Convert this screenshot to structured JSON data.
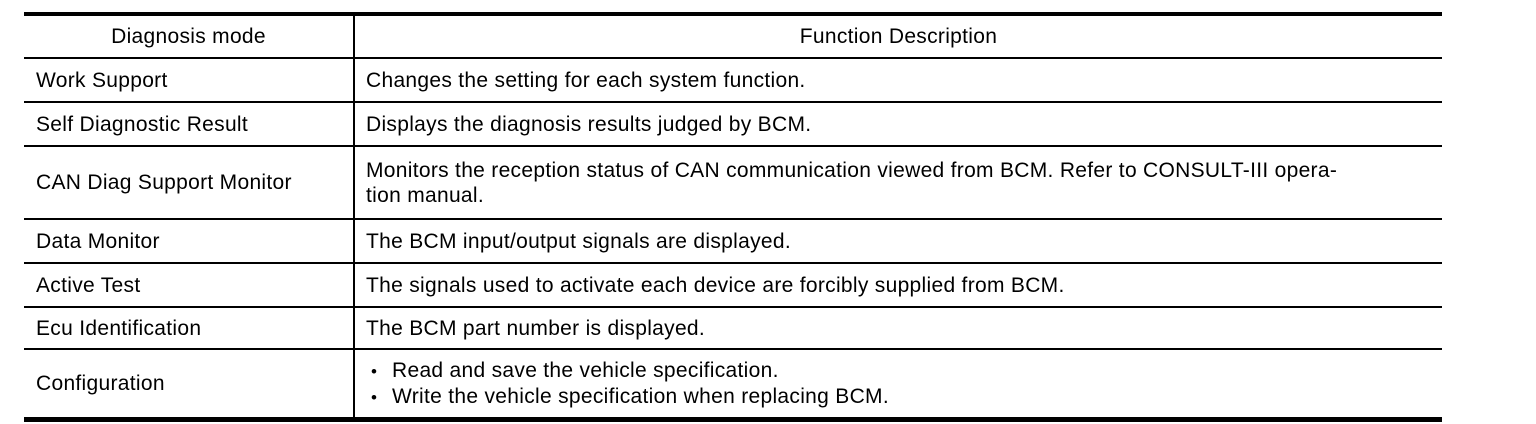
{
  "table": {
    "columns": [
      "Diagnosis mode",
      "Function Description"
    ],
    "bullet_glyph": "•",
    "rows": [
      {
        "mode": "Work Support",
        "description": "Changes the setting for each system function."
      },
      {
        "mode": "Self Diagnostic Result",
        "description": "Displays the diagnosis results judged by BCM."
      },
      {
        "mode": "CAN Diag Support Monitor",
        "description_lines": [
          "Monitors the reception status of CAN communication viewed from BCM. Refer to CONSULT-III opera-",
          "tion manual."
        ]
      },
      {
        "mode": "Data Monitor",
        "description": "The BCM input/output signals are displayed."
      },
      {
        "mode": "Active Test",
        "description": "The signals used to activate each device are forcibly supplied from BCM."
      },
      {
        "mode": "Ecu Identification",
        "description": "The BCM part number is displayed."
      },
      {
        "mode": "Configuration",
        "description_bullets": [
          "Read and save the vehicle specification.",
          "Write the vehicle specification when replacing BCM."
        ]
      }
    ]
  }
}
